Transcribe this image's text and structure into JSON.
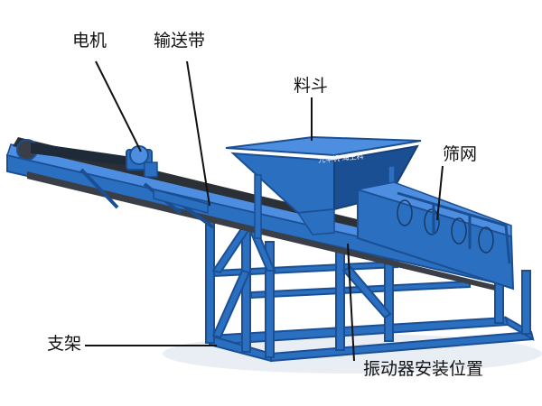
{
  "labels": {
    "motor": "电机",
    "conveyor_belt": "输送带",
    "hopper": "料斗",
    "screen": "筛网",
    "support_frame": "支架",
    "vibrator_position": "振动器安装位置"
  },
  "hopper_plate": "九华机 海王科",
  "colors": {
    "frame_blue": "#2a6fc0",
    "frame_dark": "#1b4f94",
    "frame_light": "#4d8ee0",
    "belt": "#2b2f36",
    "leader_line": "#111111"
  }
}
